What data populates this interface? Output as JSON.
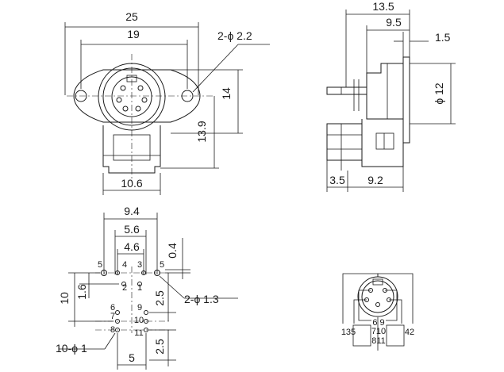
{
  "front_view": {
    "width_overall": "25",
    "hole_spacing": "19",
    "hole_note": "2-ϕ 2.2",
    "flange_height": "14",
    "body_height": "13.9",
    "bottom_width": "10.6"
  },
  "side_view": {
    "overall_depth": "13.5",
    "body_depth": "9.5",
    "flange_thickness": "1.5",
    "diameter": "ϕ 12",
    "pin_offset": "3.5",
    "pin_depth": "9.2"
  },
  "footprint": {
    "width_outer": "9.4",
    "width_mid": "5.6",
    "width_inner": "4.6",
    "vertical_offset": "0.4",
    "pin_labels": {
      "p5_left": "5",
      "p4": "4",
      "p3": "3",
      "p5_right": "5",
      "p2": "2",
      "p1": "1",
      "p6": "6",
      "p7": "7",
      "p8": "8",
      "p9": "9",
      "p10": "10",
      "p11": "11"
    },
    "height_total": "10",
    "row_spacing": "1.6",
    "pitch_upper": "2.5",
    "pitch_lower": "2.5",
    "small_hole_note": "2-ϕ 1.3",
    "large_hole_note": "10-ϕ 1",
    "bottom_width": "5"
  },
  "pinout": {
    "left_group": "135",
    "middle_upper": "6 9",
    "middle_center": "710",
    "middle_lower": "811",
    "right_group": "42"
  }
}
